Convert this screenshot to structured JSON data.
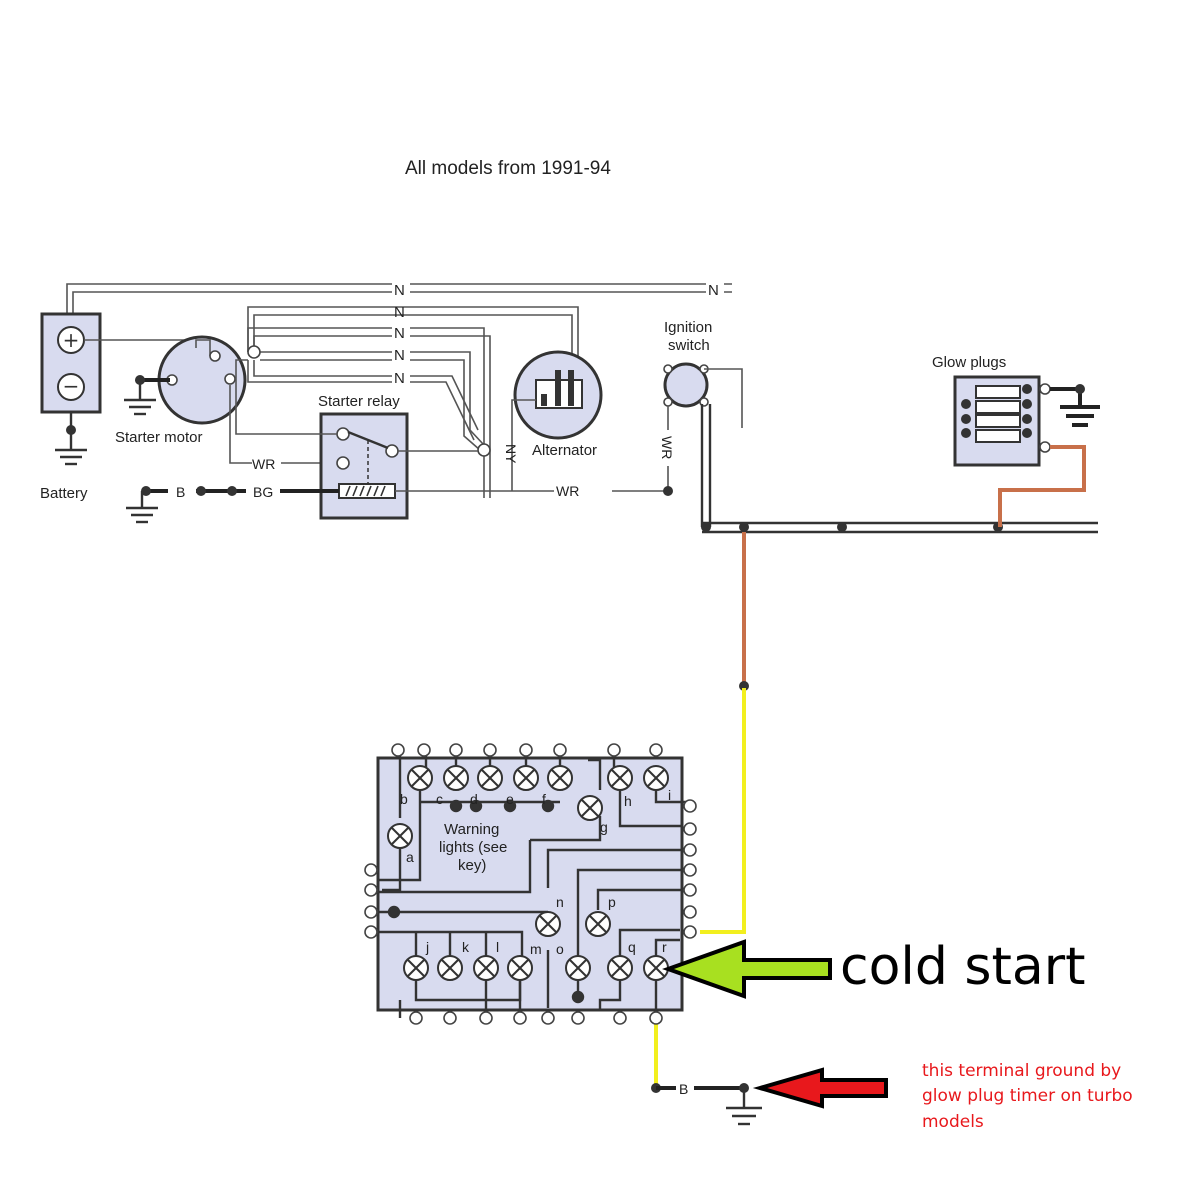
{
  "title": "All models from 1991-94",
  "components": {
    "battery": "Battery",
    "starter_motor": "Starter motor",
    "starter_relay": "Starter relay",
    "alternator": "Alternator",
    "ignition_switch_line1": "Ignition",
    "ignition_switch_line2": "switch",
    "glow_plugs": "Glow plugs",
    "warning_lights_line1": "Warning",
    "warning_lights_line2": "lights (see",
    "warning_lights_line3": "key)"
  },
  "wire_codes": {
    "n": "N",
    "wr": "WR",
    "b": "B",
    "bg": "BG",
    "ny": "NY"
  },
  "lamp_letters": [
    "a",
    "b",
    "c",
    "d",
    "e",
    "f",
    "g",
    "h",
    "i",
    "j",
    "k",
    "l",
    "m",
    "n",
    "o",
    "p",
    "q",
    "r"
  ],
  "annotations": {
    "cold_start": "cold start",
    "ground_note_line1": "this terminal ground by",
    "ground_note_line2": "glow plug timer  on turbo",
    "ground_note_line3": "models"
  },
  "colors": {
    "diagram_fill": "#d8dbef",
    "orange_wire": "#c8704a",
    "yellow_wire": "#f2ef1e",
    "green_arrow": "#a8e020",
    "red_arrow": "#e8181c"
  }
}
